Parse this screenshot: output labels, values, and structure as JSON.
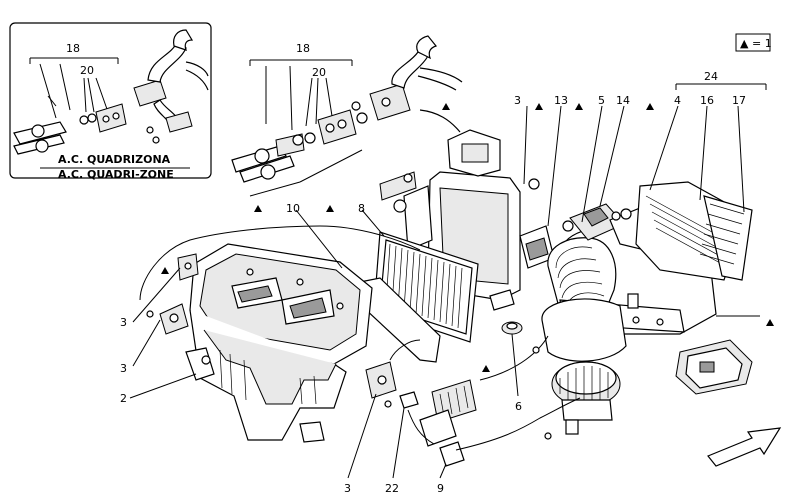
{
  "inset": {
    "label_it": "A.C. QUADRIZONA",
    "label_en": "A.C. QUADRI-ZONE",
    "callout_18": "18",
    "callout_20": "20"
  },
  "legend": {
    "symbol": "▲",
    "text": "= 1"
  },
  "callouts": {
    "c18": "18",
    "c20": "20",
    "c24": "24",
    "c3_top": "3",
    "c13": "13",
    "c5": "5",
    "c14": "14",
    "c4": "4",
    "c16": "16",
    "c17": "17",
    "c10": "10",
    "c8": "8",
    "c3_left_a": "3",
    "c3_left_b": "3",
    "c2": "2",
    "c6": "6",
    "c3_bottom": "3",
    "c22": "22",
    "c9": "9"
  }
}
